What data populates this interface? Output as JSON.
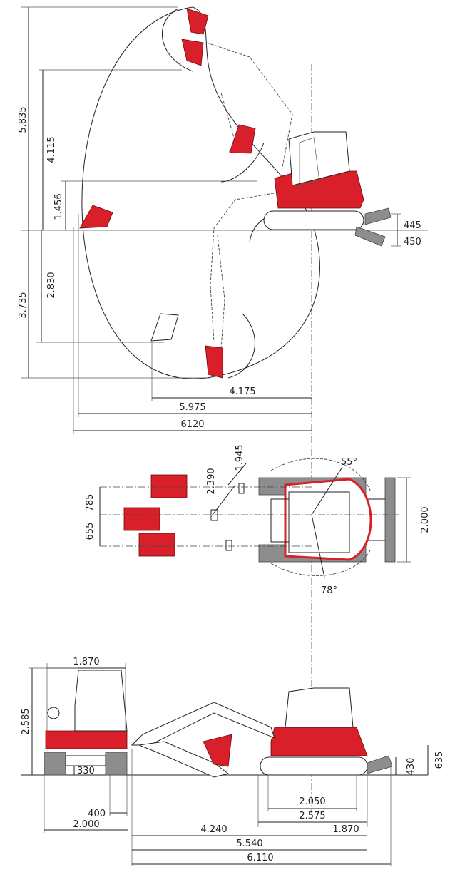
{
  "side_view": {
    "vertical": {
      "max_dig_height": "5.835",
      "max_dump_height": "4.115",
      "min_dump_height": "1.456",
      "max_dig_depth": "3.735",
      "vertical_wall_depth": "2.830"
    },
    "blade": {
      "lift": "445",
      "drop": "450"
    },
    "horizontal": {
      "radius_at_depth": "4.175",
      "reach_at_ground": "5.975",
      "max_reach": "6120"
    }
  },
  "top_view": {
    "offset_top": "1.945",
    "offset_bottom": "2.390",
    "angle_right": "55°",
    "angle_left": "78°",
    "offset_width_top": "785",
    "offset_width_bottom": "655",
    "blade_width": "2.000"
  },
  "transport_view": {
    "front_width": "1.870",
    "height": "2.585",
    "ground_clearance": "330",
    "track_width": "400",
    "overall_width": "2.000",
    "blade_height": "430",
    "track_height": "635",
    "tumbler_length": "2.050",
    "track_length": "2.575",
    "front_length": "4.240",
    "rear_length": "1.870",
    "transport_length_no_blade": "5.540",
    "transport_length": "6.110"
  },
  "colors": {
    "body": "#d9202a",
    "track": "#8d8d8d",
    "line": "#222222"
  }
}
